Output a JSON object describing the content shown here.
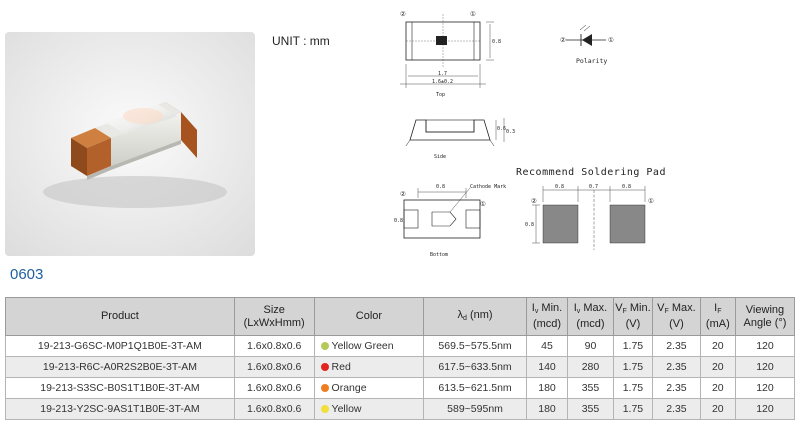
{
  "unit_label": "UNIT : mm",
  "package": "0603",
  "drawings": {
    "top_label": "Top",
    "side_label": "Side",
    "bottom_label": "Bottom",
    "polarity_label": "Polarity",
    "cathode_mark": "Cathode Mark",
    "soldering_title": "Recommend Soldering Pad",
    "pin_a": "②",
    "pin_b": "①",
    "dim_top_length": "1.7",
    "dim_top_body": "1.6±0.2",
    "dim_top_width": "0.8",
    "dim_side_height": "0.6",
    "dim_side_total": "0.3",
    "dim_bottom_width": "0.8",
    "dim_bottom_height": "0.8",
    "pad_width_1": "0.8",
    "pad_gap": "0.7",
    "pad_width_2": "0.8",
    "pad_height": "0.8"
  },
  "table": {
    "headers": {
      "product": "Product",
      "size_1": "Size",
      "size_2": "(LxWxHmm)",
      "color": "Color",
      "lambda_sym": "λ",
      "lambda_sub": "d",
      "lambda_unit": " (nm)",
      "iv_sym": "I",
      "iv_sub": "v",
      "iv_min": " Min.",
      "iv_max": " Max.",
      "iv_unit": "(mcd)",
      "vf_sym": "V",
      "vf_sub": "F",
      "vf_min": " Min.",
      "vf_max": " Max.",
      "vf_unit": "(V)",
      "if_sym": "I",
      "if_sub": "F",
      "if_unit": "(mA)",
      "angle_1": "Viewing",
      "angle_2": "Angle (°)"
    },
    "rows": [
      {
        "product": "19-213-G6SC-M0P1Q1B0E-3T-AM",
        "size": "1.6x0.8x0.6",
        "color": "Yellow Green",
        "dot": "#b5c95a",
        "wavelength": "569.5~575.5nm",
        "iv_min": "45",
        "iv_max": "90",
        "vf_min": "1.75",
        "vf_max": "2.35",
        "if": "20",
        "angle": "120"
      },
      {
        "product": "19-213-R6C-A0R2S2B0E-3T-AM",
        "size": "1.6x0.8x0.6",
        "color": "Red",
        "dot": "#e0261e",
        "wavelength": "617.5~633.5nm",
        "iv_min": "140",
        "iv_max": "280",
        "vf_min": "1.75",
        "vf_max": "2.35",
        "if": "20",
        "angle": "120"
      },
      {
        "product": "19-213-S3SC-B0S1T1B0E-3T-AM",
        "size": "1.6x0.8x0.6",
        "color": "Orange",
        "dot": "#ef7d22",
        "wavelength": "613.5~621.5nm",
        "iv_min": "180",
        "iv_max": "355",
        "vf_min": "1.75",
        "vf_max": "2.35",
        "if": "20",
        "angle": "120"
      },
      {
        "product": "19-213-Y2SC-9AS1T1B0E-3T-AM",
        "size": "1.6x0.8x0.6",
        "color": "Yellow",
        "dot": "#f2df3a",
        "wavelength": "589~595nm",
        "iv_min": "180",
        "iv_max": "355",
        "vf_min": "1.75",
        "vf_max": "2.35",
        "if": "20",
        "angle": "120"
      }
    ]
  }
}
